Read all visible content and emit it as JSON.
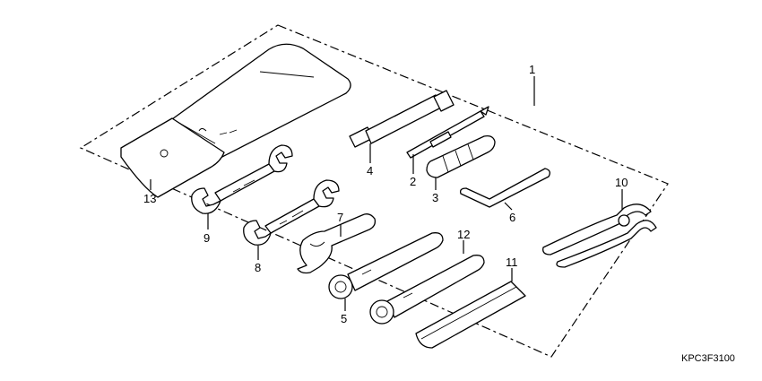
{
  "diagram_code": "KPC3F3100",
  "callouts": [
    {
      "id": "1",
      "text": "1"
    },
    {
      "id": "2",
      "text": "2"
    },
    {
      "id": "3",
      "text": "3"
    },
    {
      "id": "4",
      "text": "4"
    },
    {
      "id": "5",
      "text": "5"
    },
    {
      "id": "6",
      "text": "6"
    },
    {
      "id": "7",
      "text": "7"
    },
    {
      "id": "8",
      "text": "8"
    },
    {
      "id": "9",
      "text": "9"
    },
    {
      "id": "10",
      "text": "10"
    },
    {
      "id": "11",
      "text": "11"
    },
    {
      "id": "12",
      "text": "12"
    },
    {
      "id": "13",
      "text": "13"
    }
  ]
}
